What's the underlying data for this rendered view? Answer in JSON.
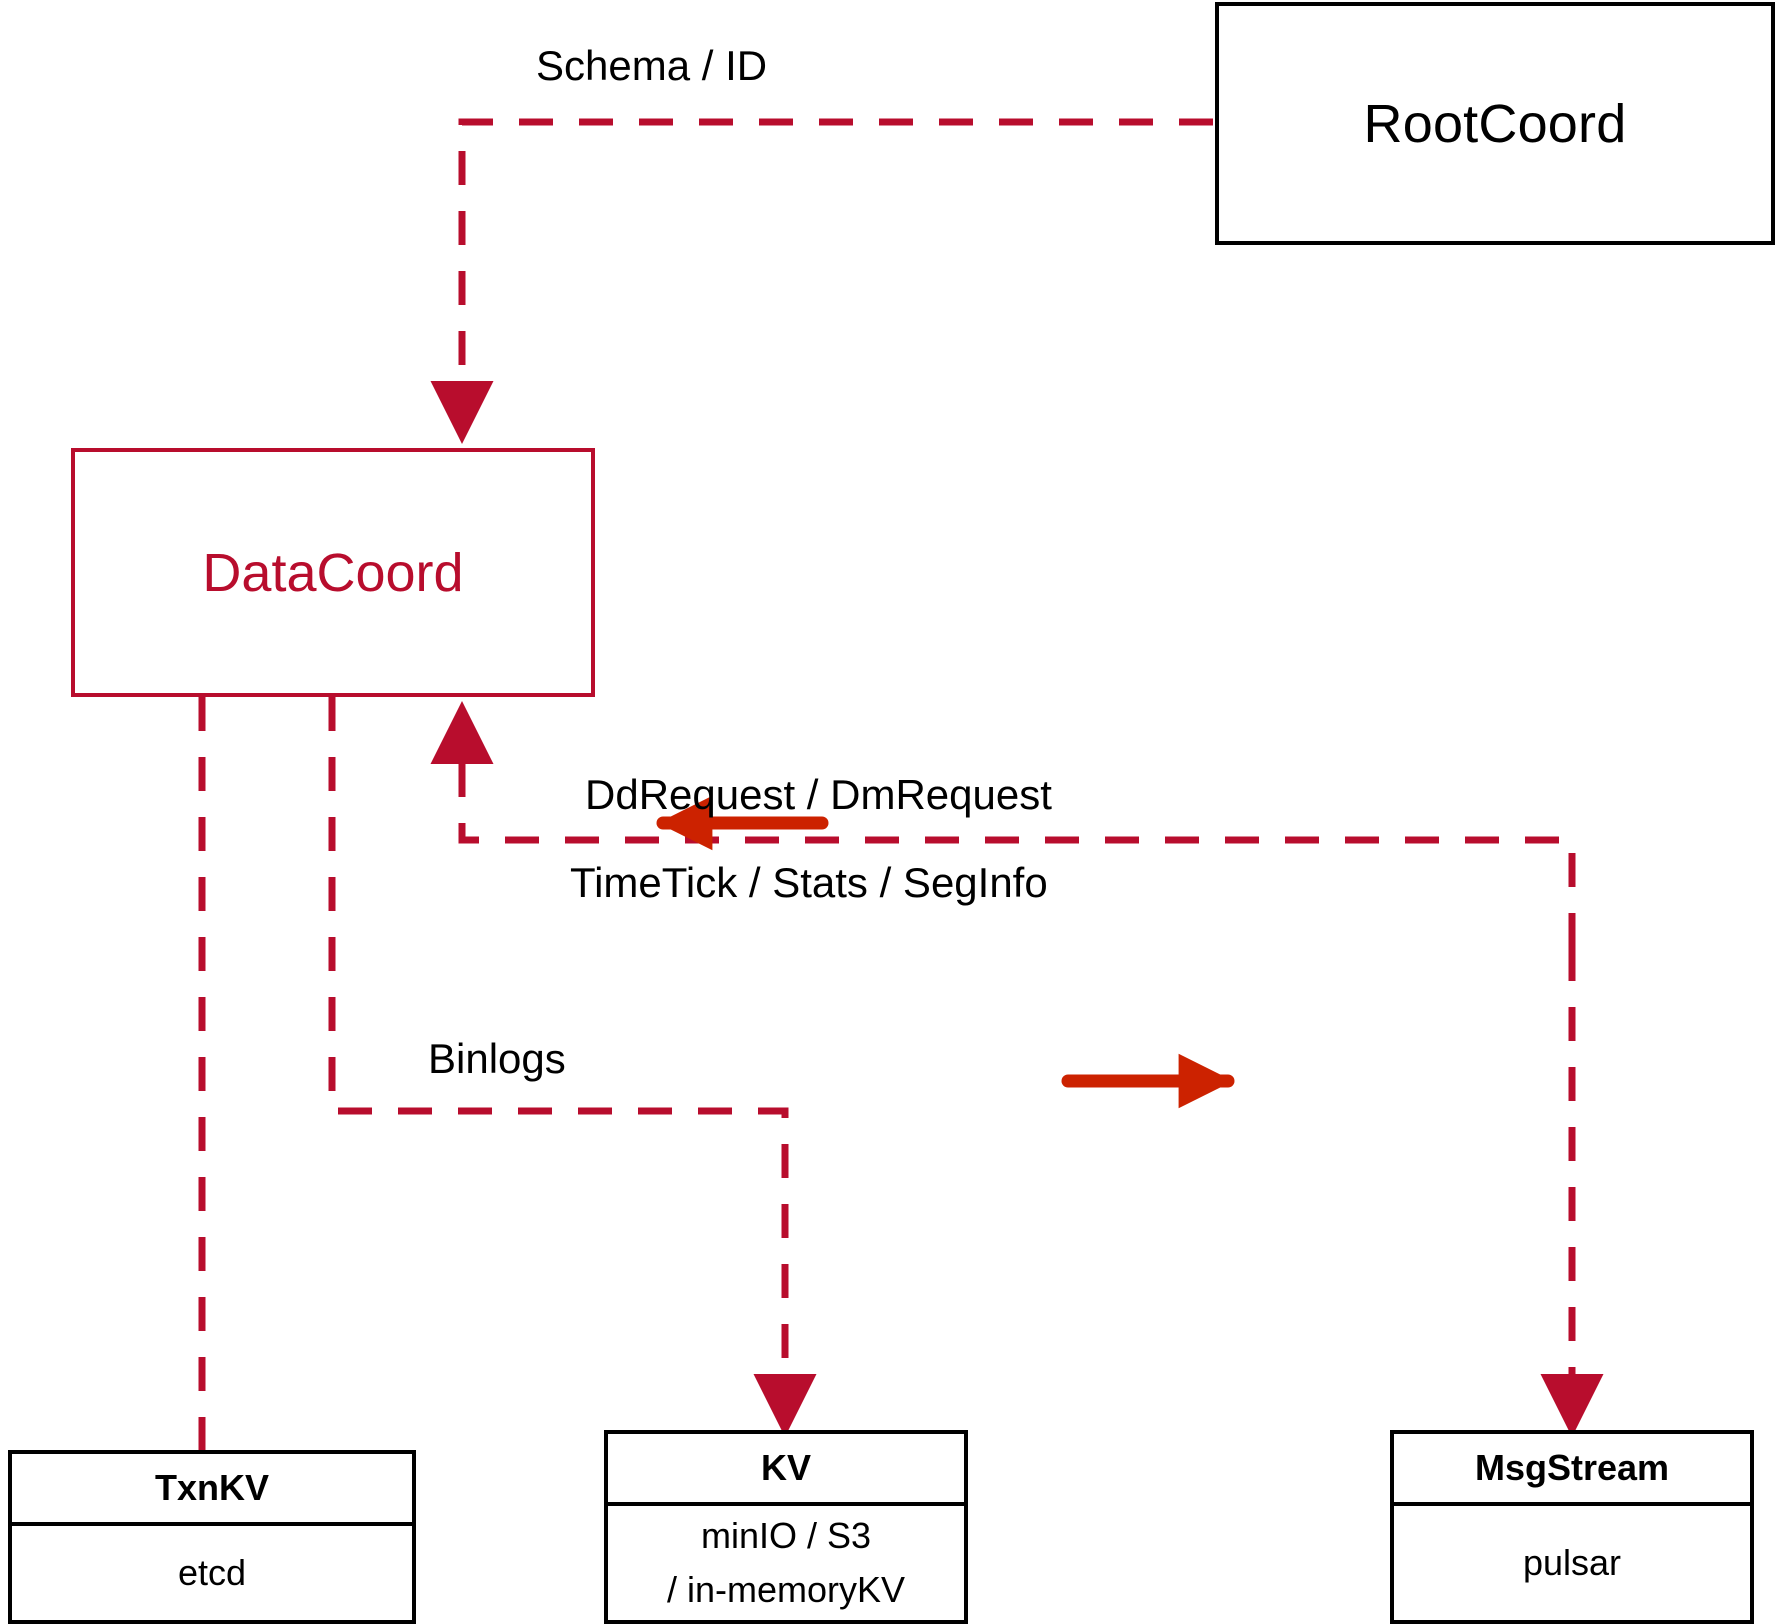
{
  "diagram": {
    "title": "DataCoord architecture",
    "colors": {
      "crimson": "#B80D2D",
      "bright_red": "#CC2200",
      "black": "#000000",
      "background": "#FFFFFF"
    },
    "nodes": [
      {
        "id": "rootcoord",
        "label": "RootCoord",
        "style": "black-box"
      },
      {
        "id": "datacoord",
        "label": "DataCoord",
        "style": "crimson-box"
      },
      {
        "id": "txnkv",
        "header": "TxnKV",
        "body": [
          "etcd"
        ],
        "style": "black-split-box"
      },
      {
        "id": "kv",
        "header": "KV",
        "body": [
          "minIO / S3",
          "/ in-memoryKV"
        ],
        "style": "black-split-box"
      },
      {
        "id": "msgstream",
        "header": "MsgStream",
        "body": [
          "pulsar"
        ],
        "style": "black-split-box"
      }
    ],
    "edges": [
      {
        "id": "schema-id",
        "label": "Schema / ID",
        "from": "rootcoord",
        "to": "datacoord",
        "style": "dashed",
        "arrow": "to"
      },
      {
        "id": "ddrequest",
        "label": "DdRequest / DmRequest",
        "from": "msgstream",
        "to": "datacoord",
        "style": "solid-legend",
        "arrow": "left"
      },
      {
        "id": "timetick",
        "label": "TimeTick / Stats / SegInfo",
        "from": "datacoord",
        "to": "msgstream",
        "style": "solid-legend",
        "arrow": "right"
      },
      {
        "id": "binlogs",
        "label": "Binlogs",
        "from": "datacoord",
        "to": "kv",
        "style": "dashed",
        "arrow": "to"
      },
      {
        "id": "txnkv-link",
        "label": "",
        "from": "datacoord",
        "to": "txnkv",
        "style": "dashed",
        "arrow": "none"
      }
    ]
  }
}
